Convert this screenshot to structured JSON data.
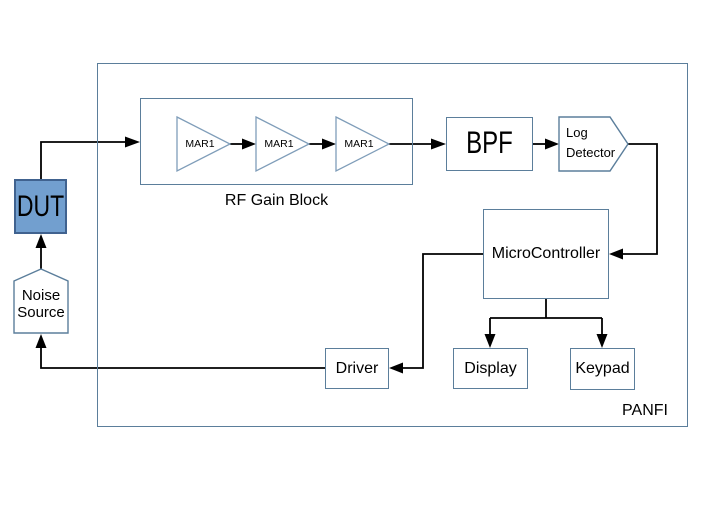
{
  "diagram": {
    "kind": "block-diagram",
    "enclosure_label": "PANFI"
  },
  "blocks": {
    "dut": {
      "label": "DUT"
    },
    "noise_source": {
      "label": "Noise\nSource"
    },
    "rf_gain_block": {
      "label": "RF Gain Block",
      "amplifiers": [
        {
          "label": "MAR1"
        },
        {
          "label": "MAR1"
        },
        {
          "label": "MAR1"
        }
      ]
    },
    "bpf": {
      "label": "BPF"
    },
    "log_detector": {
      "label": "Log\nDetector"
    },
    "microcontroller": {
      "label": "MicroController"
    },
    "driver": {
      "label": "Driver"
    },
    "display": {
      "label": "Display"
    },
    "keypad": {
      "label": "Keypad"
    }
  },
  "colors": {
    "background": "#ffffff",
    "box_border": "#5b7e9b",
    "amplifier_border": "#7f9db9",
    "dut_fill": "#729fcf",
    "dut_border": "#40628f",
    "connector": "#000000",
    "text": "#000000"
  }
}
